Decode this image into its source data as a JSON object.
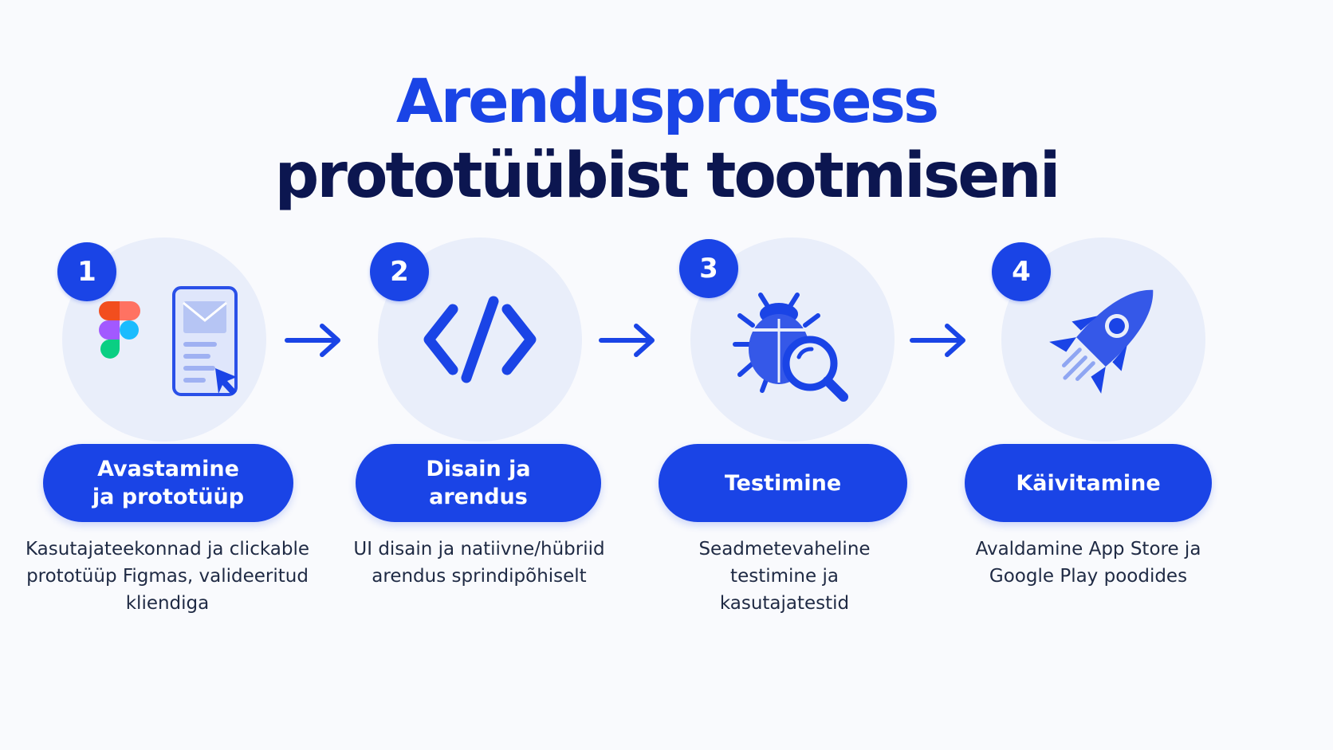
{
  "title": {
    "line1": "Arendusprotsess",
    "line2": "prototüübist tootmiseni"
  },
  "colors": {
    "accent": "#1a44e6",
    "dark": "#0c1650",
    "circle_bg": "#e9eefa",
    "background": "#f9fafd"
  },
  "steps": [
    {
      "number": "1",
      "label": "Avastamine ja prototüüp",
      "description": "Kasutajateekonnad ja clickable prototüüp Figmas, valideeritud kliendiga",
      "icon": "figma-phone-prototype-icon"
    },
    {
      "number": "2",
      "label": "Disain ja arendus",
      "description": "UI disain ja natiivne/hübriid arendus sprindipõhiselt",
      "icon": "code-brackets-icon"
    },
    {
      "number": "3",
      "label": "Testimine",
      "description": "Seadmetevaheline testimine ja kasutajatestid",
      "icon": "bug-search-icon"
    },
    {
      "number": "4",
      "label": "Käivitamine",
      "description": "Avaldamine App Store ja Google Play poodides",
      "icon": "rocket-icon"
    }
  ]
}
